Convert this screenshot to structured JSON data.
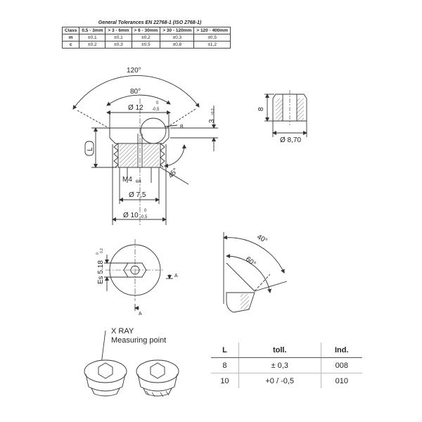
{
  "tolerance_table": {
    "title": "General Tolerances EN 22768-1 (ISO 2768-1)",
    "headers": [
      "Class",
      "0,5 - 3mm",
      "> 3 - 6mm",
      "> 6 - 30mm",
      "> 30 - 120mm",
      "> 120 - 400mm"
    ],
    "rows": [
      [
        "m",
        "±0,1",
        "±0,1",
        "±0,2",
        "±0,3",
        "±0,5"
      ],
      [
        "c",
        "±0,2",
        "±0,3",
        "±0,5",
        "±0,8",
        "±1,2"
      ]
    ]
  },
  "dimensions": {
    "angle_outer": "120°",
    "angle_inner": "80°",
    "dia12": "Ø 12",
    "dia12_tol_upper": "0",
    "dia12_tol_lower": "-0,5",
    "detail_b": "B",
    "height3": "3",
    "height3_tol": "±0,3",
    "length_l": "L",
    "angle45": "45°",
    "thread": "M4",
    "thread_class": "6H",
    "dia75": "Ø 7,5",
    "dia10": "Ø 10",
    "dia10_tol_upper": "0",
    "dia10_tol_lower": "-0,5",
    "hex_height": "8",
    "hex_dia": "Ø 8,70",
    "es": "Es 5.18",
    "es_tol_upper": "0",
    "es_tol_lower": "0.2",
    "section_a": "A",
    "detail_angle40": "40°",
    "detail_angle60": "60°"
  },
  "xray": {
    "label_line1": "X RAY",
    "label_line2": "Measuring point"
  },
  "l_table": {
    "headers": [
      "L",
      "toll.",
      "Ind."
    ],
    "rows": [
      [
        "8",
        "± 0,3",
        "008"
      ],
      [
        "10",
        "+0  /  -0,5",
        "010"
      ]
    ]
  },
  "colors": {
    "line": "#333333",
    "hatch": "#777777",
    "text": "#222222"
  }
}
